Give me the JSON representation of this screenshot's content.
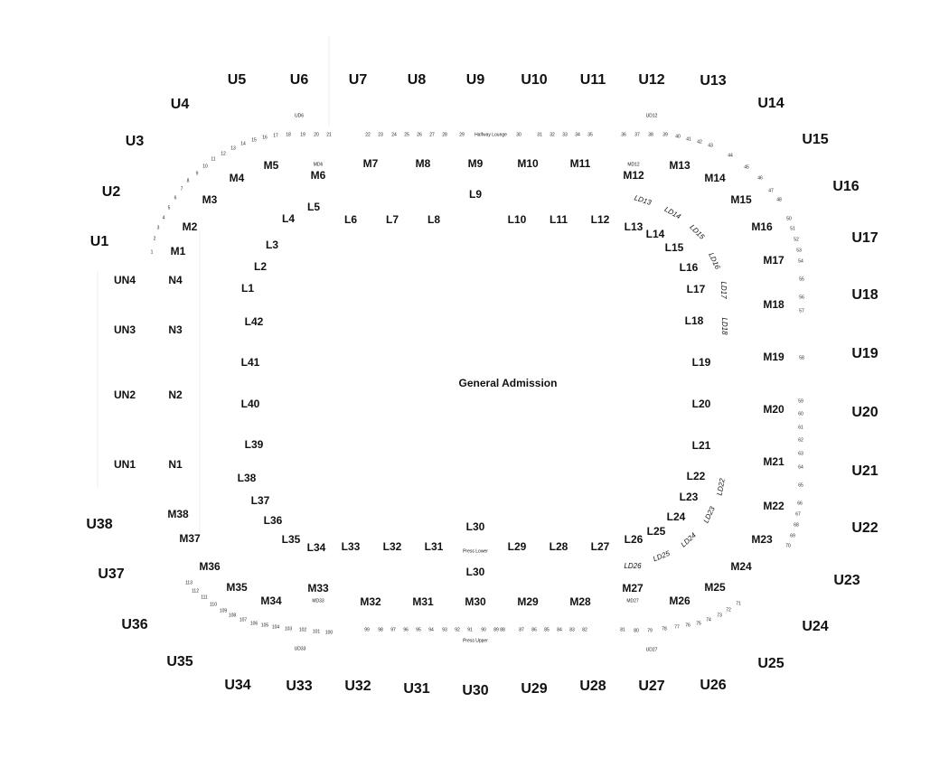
{
  "map": {
    "center_label": "General Admission",
    "upper_sections": [
      "U1",
      "U2",
      "U3",
      "U4",
      "U5",
      "U6",
      "U7",
      "U8",
      "U9",
      "U10",
      "U11",
      "U12",
      "U13",
      "U14",
      "U15",
      "U16",
      "U17",
      "U18",
      "U19",
      "U20",
      "U21",
      "U22",
      "U23",
      "U24",
      "U25",
      "U26",
      "U27",
      "U28",
      "U29",
      "U30",
      "U31",
      "U32",
      "U33",
      "U34",
      "U35",
      "U36",
      "U37",
      "U38",
      "UN1",
      "UN2",
      "UN3",
      "UN4"
    ],
    "middle_sections": [
      "M1",
      "M2",
      "M3",
      "M4",
      "M5",
      "M6",
      "M7",
      "M8",
      "M9",
      "M10",
      "M11",
      "M12",
      "M13",
      "M14",
      "M15",
      "M16",
      "M17",
      "M18",
      "M19",
      "M20",
      "M21",
      "M22",
      "M23",
      "M24",
      "M25",
      "M26",
      "M27",
      "M28",
      "M29",
      "M30",
      "M31",
      "M32",
      "M33",
      "M34",
      "M35",
      "M36",
      "M37",
      "M38",
      "N1",
      "N2",
      "N3",
      "N4"
    ],
    "lower_sections": [
      "L1",
      "L2",
      "L3",
      "L4",
      "L5",
      "L6",
      "L7",
      "L8",
      "L9",
      "L10",
      "L11",
      "L12",
      "L13",
      "L14",
      "L15",
      "L16",
      "L17",
      "L18",
      "L19",
      "L20",
      "L21",
      "L22",
      "L23",
      "L24",
      "L25",
      "L26",
      "L27",
      "L28",
      "L29",
      "L30",
      "L30",
      "L31",
      "L32",
      "L33",
      "L34",
      "L35",
      "L36",
      "L37",
      "L38",
      "L39",
      "L40",
      "L41",
      "L42"
    ],
    "lower_deck_labels": [
      "LD13",
      "LD14",
      "LD15",
      "LD16",
      "LD17",
      "LD18",
      "LD22",
      "LD23",
      "LD24",
      "LD25",
      "LD26"
    ],
    "small_labels": [
      "UD6",
      "UD12",
      "UD27",
      "UD33",
      "MD6",
      "MD12",
      "MD27",
      "MD33",
      "Halfway Lounge",
      "Press Lower",
      "Press Upper"
    ],
    "boxes_top": [
      "1",
      "2",
      "3",
      "4",
      "5",
      "6",
      "7",
      "8",
      "9",
      "10",
      "11",
      "12",
      "13",
      "14",
      "15",
      "16",
      "17",
      "18",
      "19",
      "20",
      "21",
      "22",
      "23",
      "24",
      "25",
      "26",
      "27",
      "28",
      "29",
      "30",
      "31",
      "32",
      "33",
      "34",
      "35",
      "36",
      "37",
      "38",
      "39",
      "40",
      "41",
      "42",
      "43",
      "44",
      "45",
      "46",
      "47",
      "48"
    ],
    "boxes_right": [
      "50",
      "51",
      "52",
      "53",
      "54",
      "55",
      "56",
      "57",
      "58",
      "59",
      "60",
      "61",
      "62",
      "63",
      "64",
      "65",
      "66",
      "67",
      "68",
      "69",
      "70",
      "71",
      "72",
      "73",
      "74",
      "75",
      "76",
      "77",
      "78",
      "79",
      "80",
      "81"
    ],
    "boxes_bottom": [
      "82",
      "83",
      "84",
      "85",
      "86",
      "87",
      "88",
      "89",
      "90",
      "91",
      "92",
      "93",
      "94",
      "95",
      "96",
      "97",
      "98",
      "99",
      "100",
      "101",
      "102",
      "103",
      "104",
      "105",
      "106",
      "107",
      "108",
      "109",
      "110",
      "111",
      "112",
      "113"
    ],
    "colors": {
      "text": "#111111",
      "background": "#ffffff"
    }
  }
}
